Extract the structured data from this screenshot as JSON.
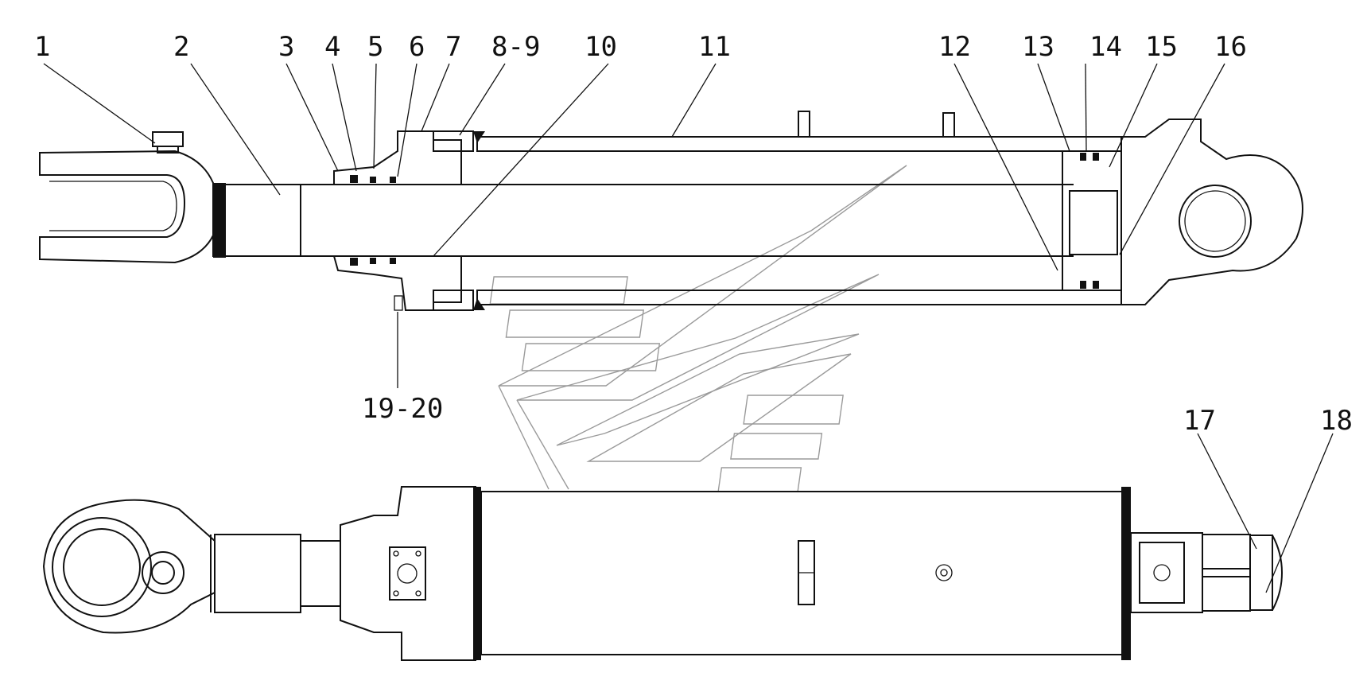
{
  "callouts": [
    {
      "id": "1",
      "label": "1"
    },
    {
      "id": "2",
      "label": "2"
    },
    {
      "id": "3",
      "label": "3"
    },
    {
      "id": "4",
      "label": "4"
    },
    {
      "id": "5",
      "label": "5"
    },
    {
      "id": "6",
      "label": "6"
    },
    {
      "id": "7",
      "label": "7"
    },
    {
      "id": "8-9",
      "label": "8-9"
    },
    {
      "id": "10",
      "label": "10"
    },
    {
      "id": "11",
      "label": "11"
    },
    {
      "id": "12",
      "label": "12"
    },
    {
      "id": "13",
      "label": "13"
    },
    {
      "id": "14",
      "label": "14"
    },
    {
      "id": "15",
      "label": "15"
    },
    {
      "id": "16",
      "label": "16"
    },
    {
      "id": "17",
      "label": "17"
    },
    {
      "id": "18",
      "label": "18"
    },
    {
      "id": "19-20",
      "label": "19-20"
    }
  ]
}
